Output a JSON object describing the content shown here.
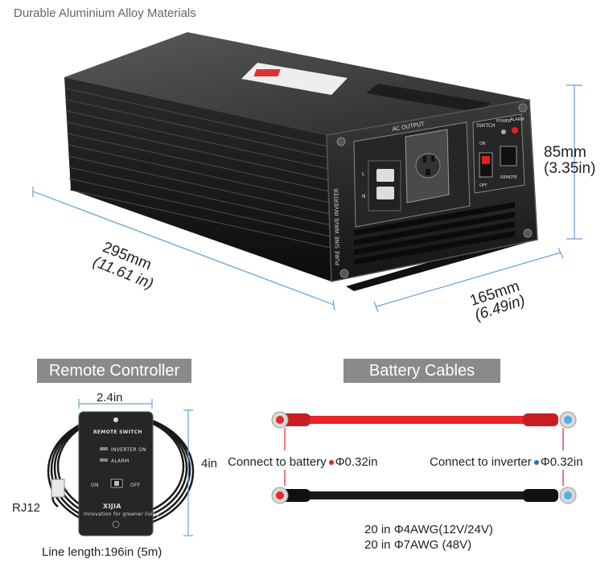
{
  "heading": "Durable Aluminium Alloy Materials",
  "dimensions": {
    "length_mm": "295mm",
    "length_in": "(11.61 in)",
    "width_mm": "165mm",
    "width_in": "(6.49in)",
    "height_mm": "85mm",
    "height_in": "(3.35in)"
  },
  "inverter_panel": {
    "ac_output": "AC OUTPUT",
    "switch": "SWITCH",
    "power": "POWER",
    "alarm": "ALARM",
    "on": "ON",
    "off": "OFF",
    "remote": "REMOTE",
    "side_label": "PURE  SINE  WAVE  INVERTER",
    "l": "L",
    "n": "N"
  },
  "remote_section": {
    "title": "Remote Controller",
    "width": "2.4in",
    "height": "4in",
    "connector": "RJ12",
    "line_length": "Line length:196in (5m)",
    "device": {
      "header": "REMOTE SWITCH",
      "inverter_on": "INVERTER ON",
      "alarm": "ALARM",
      "on": "ON",
      "off": "OFF",
      "brand": "XIJIA",
      "tagline": "Innovation for greener living"
    }
  },
  "cables_section": {
    "title": "Battery Cables",
    "battery_label": "Connect to battery",
    "battery_size": "Φ0.32in",
    "inverter_label": "Connect to inverter",
    "inverter_size": "Φ0.32in",
    "spec_12_24": "20 in Φ4AWG(12V/24V)",
    "spec_48": "20 in Φ7AWG (48V)"
  },
  "colors": {
    "red_cable": "#e8262b",
    "black_cable": "#1a1a1a",
    "battery_dot": "#e02020",
    "inverter_dot": "#2a6fd6",
    "dimension_line": "#6a9fd8",
    "label_bg": "#8a8a8a"
  }
}
